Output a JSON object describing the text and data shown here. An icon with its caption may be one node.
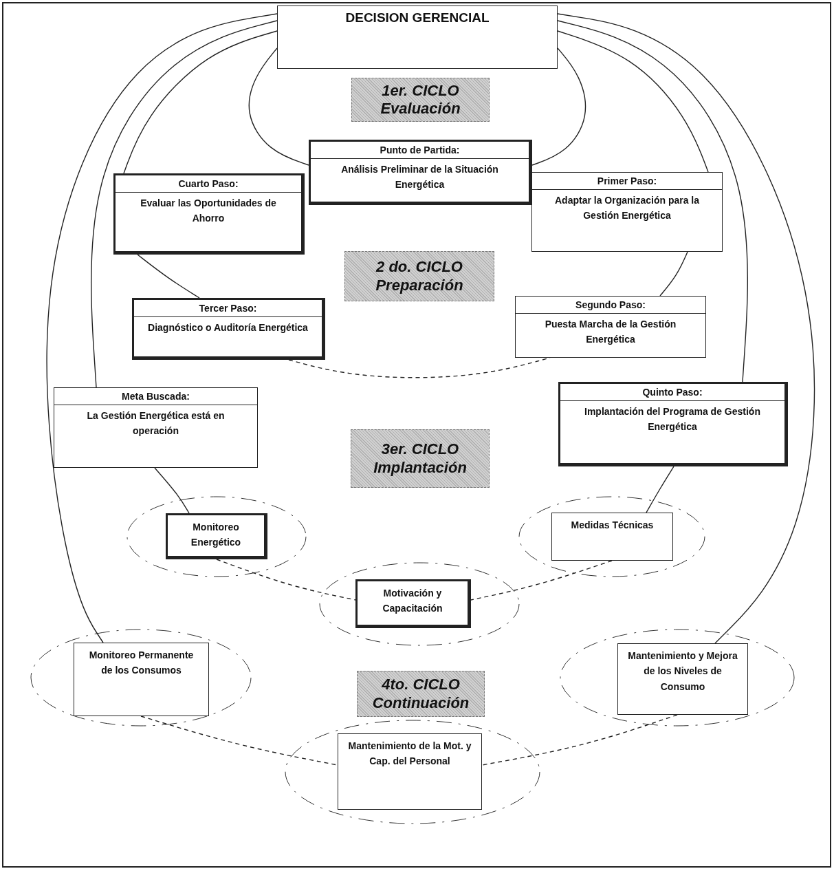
{
  "diagram": {
    "nodes": [
      {
        "text": [
          "DECISION GERENCIAL"
        ]
      },
      {
        "text": [
          "1er. CICLO",
          "Evaluación"
        ]
      },
      {
        "text": [
          "Punto de Partida:",
          "Análisis Preliminar de la Situación Energética"
        ]
      },
      {
        "text": [
          "Cuarto Paso:",
          "Evaluar las Oportunidades de Ahorro"
        ]
      },
      {
        "text": [
          "Primer Paso:",
          "Adaptar la Organización para la Gestión Energética"
        ]
      },
      {
        "text": [
          "2 do. CICLO",
          "Preparación"
        ]
      },
      {
        "text": [
          "Tercer Paso:",
          "Diagnóstico o Auditoría Energética"
        ]
      },
      {
        "text": [
          "Segundo Paso:",
          "Puesta Marcha de la Gestión Energética"
        ]
      },
      {
        "text": [
          "Meta Buscada:",
          "La Gestión Energética está en operación"
        ]
      },
      {
        "text": [
          "Quinto Paso:",
          "Implantación del Programa de Gestión Energética"
        ]
      },
      {
        "text": [
          "3er. CICLO",
          "Implantación"
        ]
      },
      {
        "text": [
          "Monitoreo Energético"
        ]
      },
      {
        "text": [
          "Medidas Técnicas"
        ]
      },
      {
        "text": [
          "Motivación y Capacitación"
        ]
      },
      {
        "text": [
          "Monitoreo Permanente de los Consumos"
        ]
      },
      {
        "text": [
          "Mantenimiento y Mejora de los Niveles de Consumo"
        ]
      },
      {
        "text": [
          "4to. CICLO",
          "Continuación"
        ]
      },
      {
        "text": [
          "Mantenimiento de la Mot. y Cap. del Personal"
        ]
      }
    ],
    "edges": [
      {
        "from": 0,
        "to": 2,
        "arrow": "none"
      },
      {
        "from": 0,
        "to": 2,
        "arrow": "none"
      },
      {
        "from": 0,
        "to": 3,
        "arrow": "none"
      },
      {
        "from": 3,
        "to": 6,
        "arrow": "none"
      },
      {
        "from": 0,
        "to": 4,
        "arrow": "none"
      },
      {
        "from": 4,
        "to": 7,
        "arrow": "none"
      },
      {
        "from": 6,
        "to": 7,
        "arrow": "none",
        "style": "dashed"
      },
      {
        "from": 0,
        "to": 8,
        "arrow": "none"
      },
      {
        "from": 8,
        "to": 11,
        "arrow": "none"
      },
      {
        "from": 0,
        "to": 9,
        "arrow": "none"
      },
      {
        "from": 9,
        "to": 12,
        "arrow": "none"
      },
      {
        "from": 11,
        "to": 13,
        "arrow": "none",
        "style": "dashed"
      },
      {
        "from": 12,
        "to": 13,
        "arrow": "none",
        "style": "dashed"
      },
      {
        "from": 0,
        "to": 14,
        "arrow": "none"
      },
      {
        "from": 0,
        "to": 15,
        "arrow": "none"
      },
      {
        "from": 14,
        "to": 17,
        "arrow": "none",
        "style": "dashed"
      },
      {
        "from": 15,
        "to": 17,
        "arrow": "none",
        "style": "dashed"
      }
    ]
  }
}
